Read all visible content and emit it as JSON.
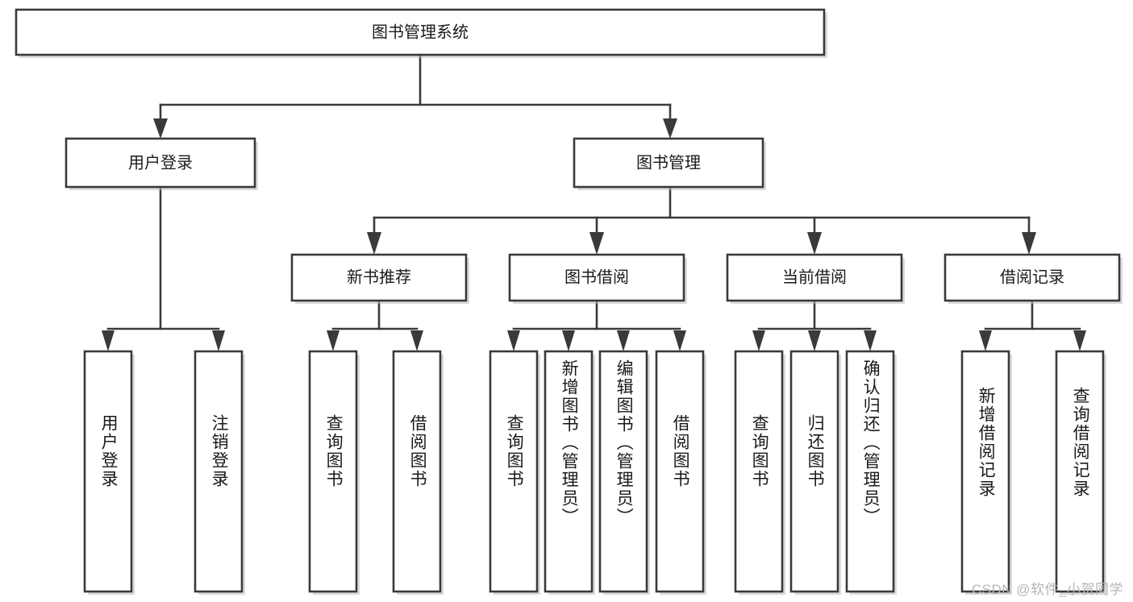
{
  "diagram": {
    "type": "tree",
    "title": "图书管理系统",
    "watermark": "CSDN @软件_小贺同学",
    "colors": {
      "box_border": "#3a3a3a",
      "box_fill": "#ffffff",
      "text": "#1a1a1a",
      "connector": "#3a3a3a",
      "watermark": "#b6b6b6",
      "background": "#ffffff"
    },
    "levels": [
      {
        "level": 0,
        "nodes": [
          {
            "id": "root",
            "label": "图书管理系统",
            "orientation": "horizontal"
          }
        ]
      },
      {
        "level": 1,
        "nodes": [
          {
            "id": "l1-0",
            "label": "用户登录",
            "orientation": "horizontal",
            "parent": "root"
          },
          {
            "id": "l1-1",
            "label": "图书管理",
            "orientation": "horizontal",
            "parent": "root"
          }
        ]
      },
      {
        "level": 2,
        "nodes": [
          {
            "id": "l2-0",
            "label": "新书推荐",
            "orientation": "horizontal",
            "parent": "l1-1"
          },
          {
            "id": "l2-1",
            "label": "图书借阅",
            "orientation": "horizontal",
            "parent": "l1-1"
          },
          {
            "id": "l2-2",
            "label": "当前借阅",
            "orientation": "horizontal",
            "parent": "l1-1"
          },
          {
            "id": "l2-3",
            "label": "借阅记录",
            "orientation": "horizontal",
            "parent": "l1-1"
          }
        ]
      },
      {
        "level": 3,
        "nodes": [
          {
            "id": "leaf-0",
            "label": "用户登录",
            "orientation": "vertical",
            "parent": "l1-0"
          },
          {
            "id": "leaf-1",
            "label": "注销登录",
            "orientation": "vertical",
            "parent": "l1-0"
          },
          {
            "id": "leaf-2",
            "label": "查询图书",
            "orientation": "vertical",
            "parent": "l2-0"
          },
          {
            "id": "leaf-3",
            "label": "借阅图书",
            "orientation": "vertical",
            "parent": "l2-0"
          },
          {
            "id": "leaf-4",
            "label": "查询图书",
            "orientation": "vertical",
            "parent": "l2-1"
          },
          {
            "id": "leaf-5",
            "label": "新增图书（管理员）",
            "orientation": "vertical",
            "parent": "l2-1"
          },
          {
            "id": "leaf-6",
            "label": "编辑图书（管理员）",
            "orientation": "vertical",
            "parent": "l2-1"
          },
          {
            "id": "leaf-7",
            "label": "借阅图书",
            "orientation": "vertical",
            "parent": "l2-1"
          },
          {
            "id": "leaf-8",
            "label": "查询图书",
            "orientation": "vertical",
            "parent": "l2-2"
          },
          {
            "id": "leaf-9",
            "label": "归还图书",
            "orientation": "vertical",
            "parent": "l2-2"
          },
          {
            "id": "leaf-10",
            "label": "确认归还（管理员）",
            "orientation": "vertical",
            "parent": "l2-2"
          },
          {
            "id": "leaf-11",
            "label": "新增借阅记录",
            "orientation": "vertical",
            "parent": "l2-3"
          },
          {
            "id": "leaf-12",
            "label": "查询借阅记录",
            "orientation": "vertical",
            "parent": "l2-3"
          }
        ]
      }
    ]
  }
}
